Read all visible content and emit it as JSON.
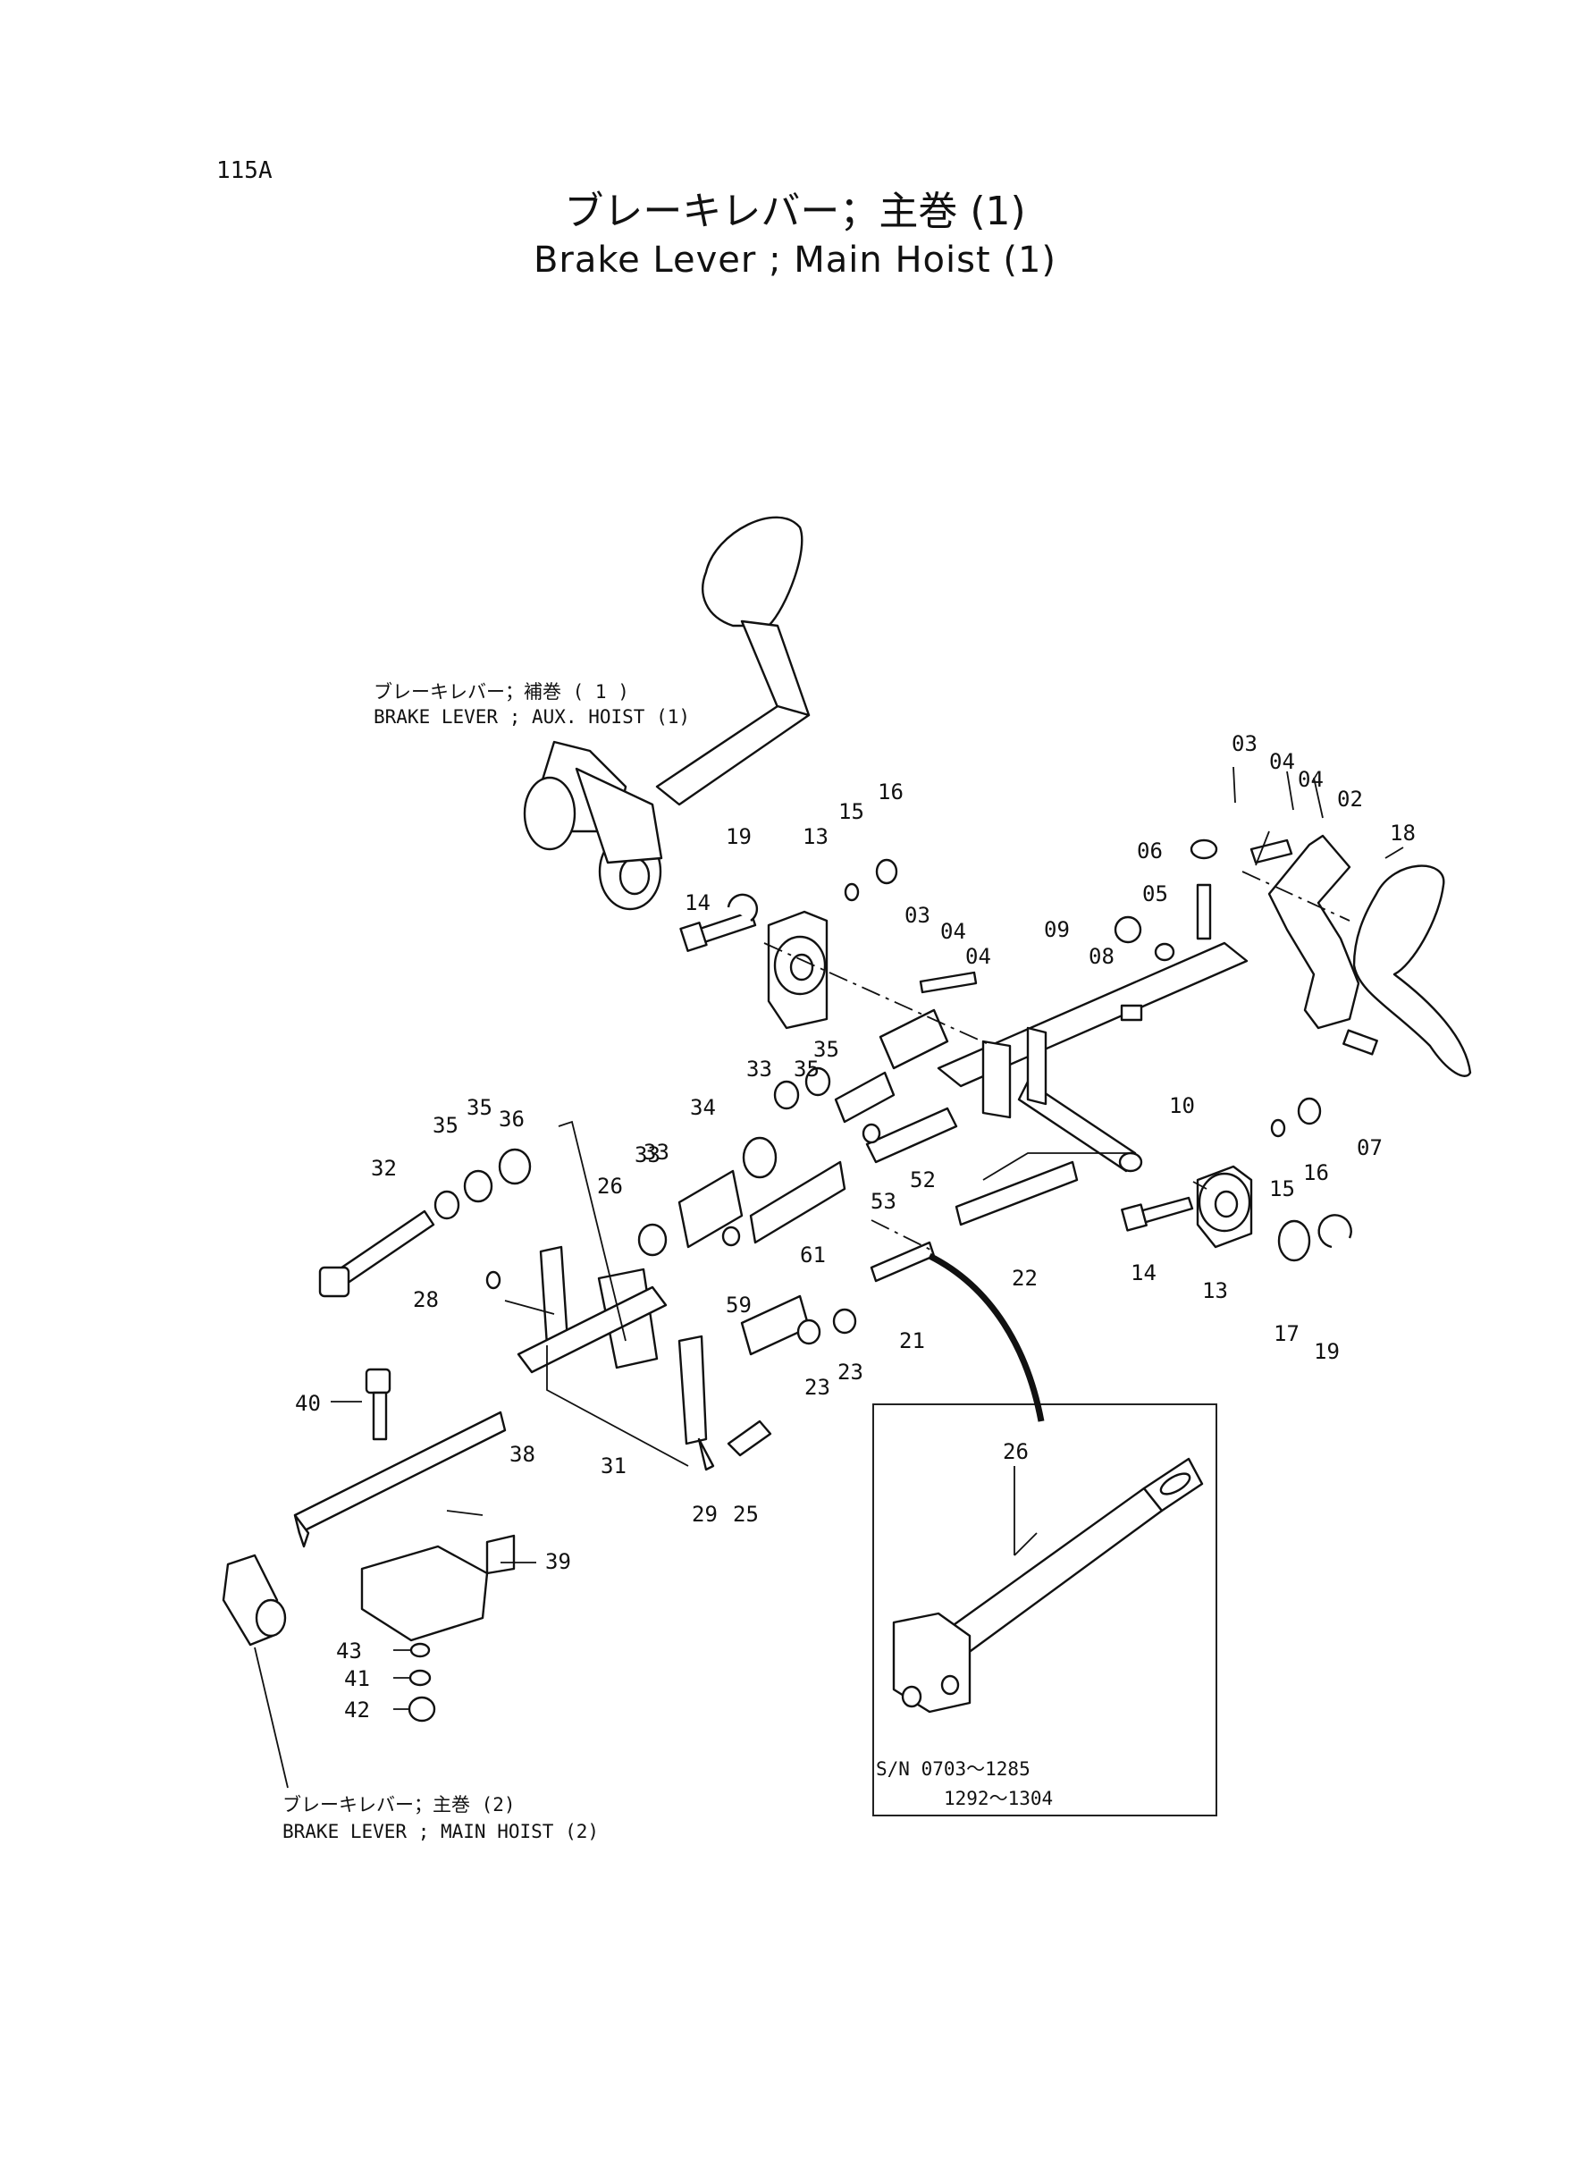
{
  "page": {
    "number": "115A"
  },
  "title": {
    "japanese": "ブレーキレバー；主巻 (1)",
    "english": "Brake Lever ; Main Hoist (1)"
  },
  "notes": {
    "aux_hoist_jp": "ブレーキレバー；補巻 ( 1 )",
    "aux_hoist_en": "BRAKE LEVER ; AUX. HOIST (1)",
    "main_hoist2_jp": "ブレーキレバー；主巻 (2)",
    "main_hoist2_en": "BRAKE LEVER ; MAIN HOIST (2)"
  },
  "inset": {
    "serial_line1": "S/N 0703～1285",
    "serial_line2": "1292～1304"
  },
  "part_labels": [
    "03",
    "04",
    "04",
    "02",
    "18",
    "06",
    "05",
    "09",
    "08",
    "16",
    "15",
    "13",
    "19",
    "14",
    "03",
    "04",
    "04",
    "10",
    "07",
    "16",
    "15",
    "13",
    "14",
    "17",
    "19",
    "35",
    "35",
    "33",
    "34",
    "33",
    "35",
    "36",
    "35",
    "32",
    "26",
    "33",
    "52",
    "53",
    "61",
    "59",
    "22",
    "21",
    "23",
    "23",
    "28",
    "40",
    "38",
    "31",
    "29",
    "25",
    "39",
    "43",
    "41",
    "42",
    "26"
  ]
}
